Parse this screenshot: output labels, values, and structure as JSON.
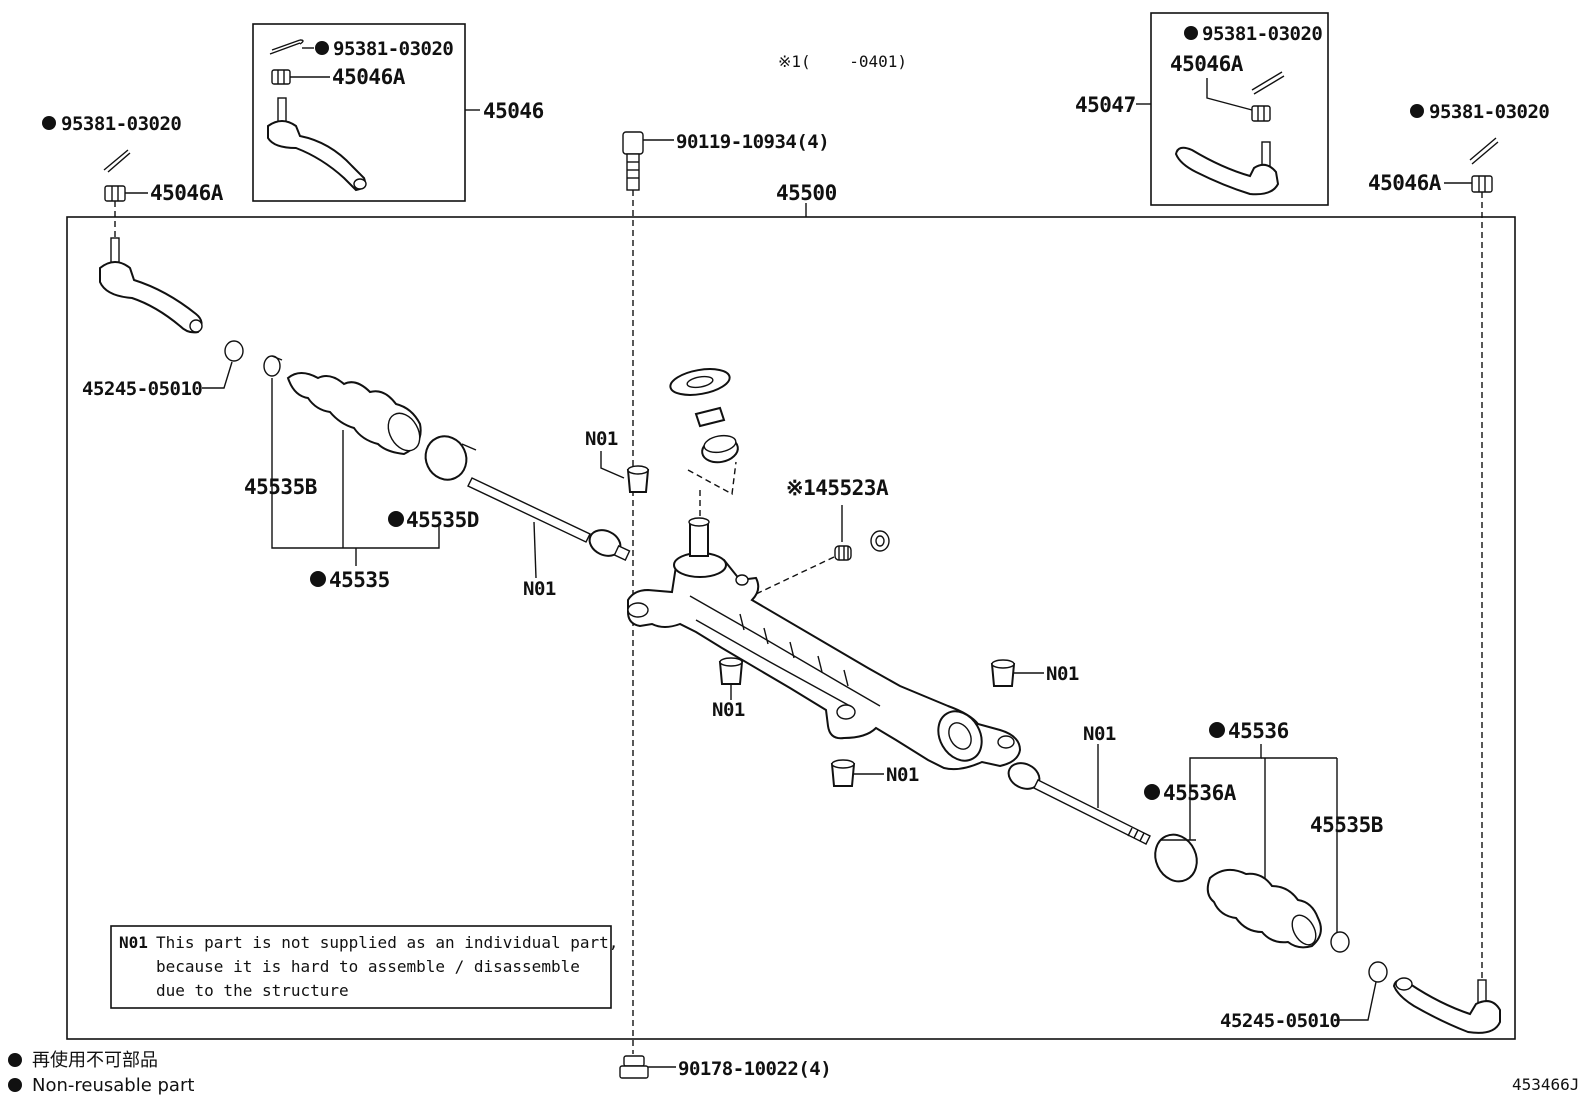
{
  "labels": {
    "cotter_pin_top_left": "95381-03020",
    "nut_top_left_box": "45046A",
    "tie_rod_end_lh": "45046",
    "cotter_pin_left": "95381-03020",
    "nut_left": "45046A",
    "note_top": "※1(    -0401)",
    "bolt_top": "90119-10934(4)",
    "rack_assembly": "45500",
    "tie_rod_end_rh": "45047",
    "cotter_pin_top_right_box": "95381-03020",
    "nut_top_right_box": "45046A",
    "cotter_pin_right": "95381-03020",
    "nut_right": "45046A",
    "clip_left": "45245-05010",
    "boot_left_b": "45535B",
    "boot_clamp_left_d": "45535D",
    "boot_kit_left": "45535",
    "n01_upper": "N01",
    "n01_rod_left": "N01",
    "valve_part": "※145523A",
    "n01_center_lower": "N01",
    "n01_right_upper": "N01",
    "n01_rod_right": "N01",
    "n01_center_bottom": "N01",
    "boot_kit_right": "45536",
    "boot_clamp_right_a": "45536A",
    "boot_right_b": "45535B",
    "clip_right": "45245-05010",
    "nut_bottom": "90178-10022(4)",
    "diagram_id": "453466J"
  },
  "note_box": {
    "code": "N01",
    "line1": "This part is not supplied as an individual part,",
    "line2": "because it is hard to assemble / disassemble",
    "line3": "due to the structure"
  },
  "legend": {
    "line1": "再使用不可部品",
    "line2": "Non-reusable part"
  }
}
